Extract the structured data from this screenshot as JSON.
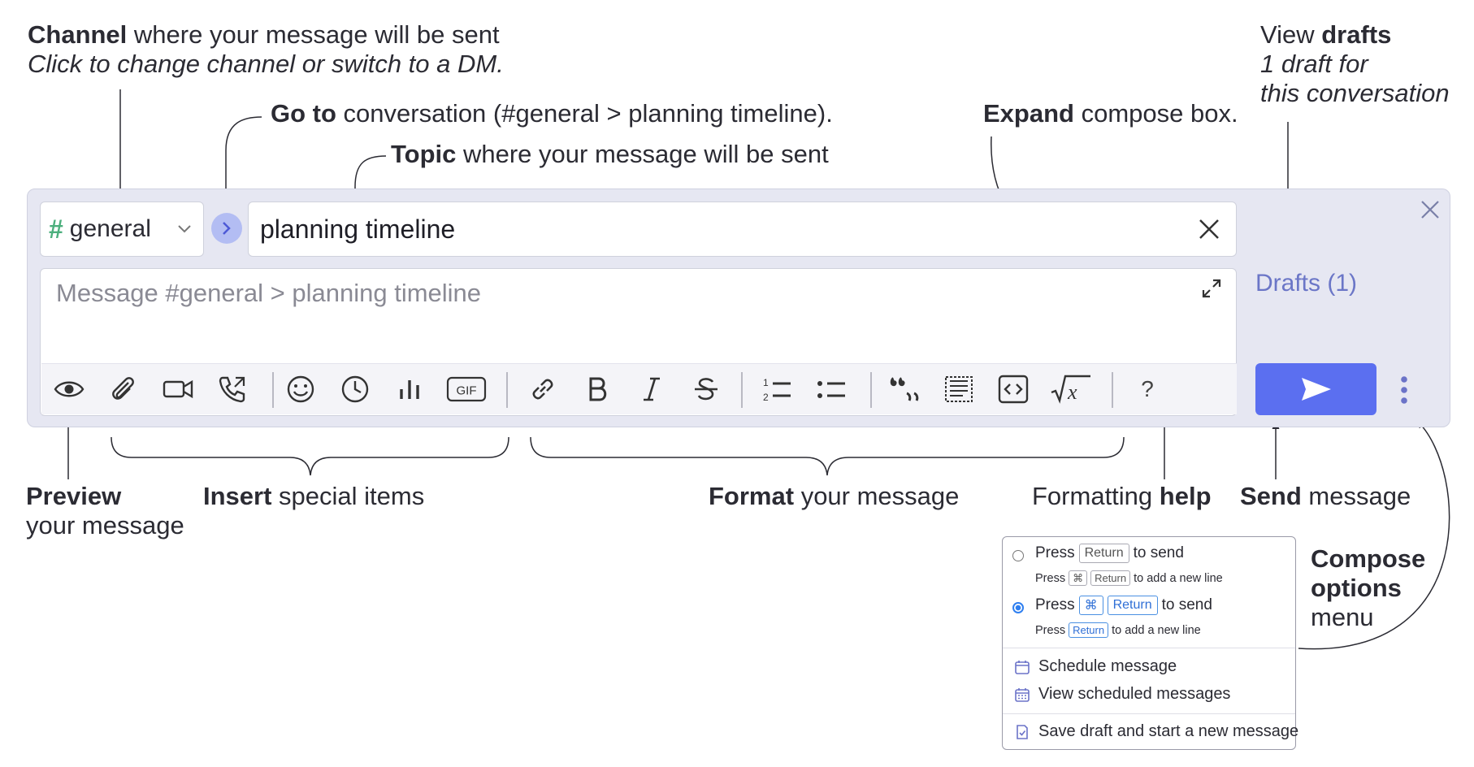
{
  "annotations": {
    "channel": {
      "bold": "Channel",
      "rest": " where your message will be sent",
      "subtitle": "Click to change channel or switch to a DM."
    },
    "goto": {
      "bold": "Go to",
      "rest": " conversation (#general > planning timeline)."
    },
    "topic": {
      "bold": "Topic",
      "rest": " where your message will be sent"
    },
    "expand": {
      "bold": "Expand",
      "rest": " compose box."
    },
    "drafts": {
      "pre": "View ",
      "bold": "drafts",
      "line2": "1 draft for",
      "line3": "this conversation"
    },
    "preview": {
      "bold": "Preview",
      "line2": "your message"
    },
    "insert": {
      "bold": "Insert",
      "rest": " special items"
    },
    "format": {
      "bold": "Format",
      "rest": " your message"
    },
    "help": {
      "pre": "Formatting ",
      "bold": "help"
    },
    "send": {
      "bold": "Send",
      "rest": " message"
    },
    "compose_options": {
      "line1": "Compose",
      "line2": "options",
      "line3": "menu"
    }
  },
  "compose": {
    "stream_name": "general",
    "stream_hash": "#",
    "stream_color": "#4caf7d",
    "topic": "planning timeline",
    "message_placeholder": "Message #general > planning timeline",
    "drafts_label": "Drafts (1)",
    "send_color": "#5b6ff0",
    "background": "#e6e7f2",
    "toolbar_icons": [
      "eye-icon",
      "paperclip-icon",
      "video-icon",
      "phone-icon",
      "smile-icon",
      "clock-icon",
      "poll-icon",
      "gif-icon",
      "link-icon",
      "bold-icon",
      "italic-icon",
      "strikethrough-icon",
      "numbered-list-icon",
      "bullet-list-icon",
      "quote-icon",
      "spoiler-icon",
      "code-icon",
      "math-icon",
      "help-icon"
    ],
    "gif_label": "GIF",
    "help_label": "?"
  },
  "menu": {
    "press": "Press",
    "return_key": "Return",
    "cmd_key": "⌘",
    "to_send": "to send",
    "to_add_line": "to add a new line",
    "schedule": "Schedule message",
    "view_scheduled": "View scheduled messages",
    "save_draft": "Save draft and start a new message"
  }
}
